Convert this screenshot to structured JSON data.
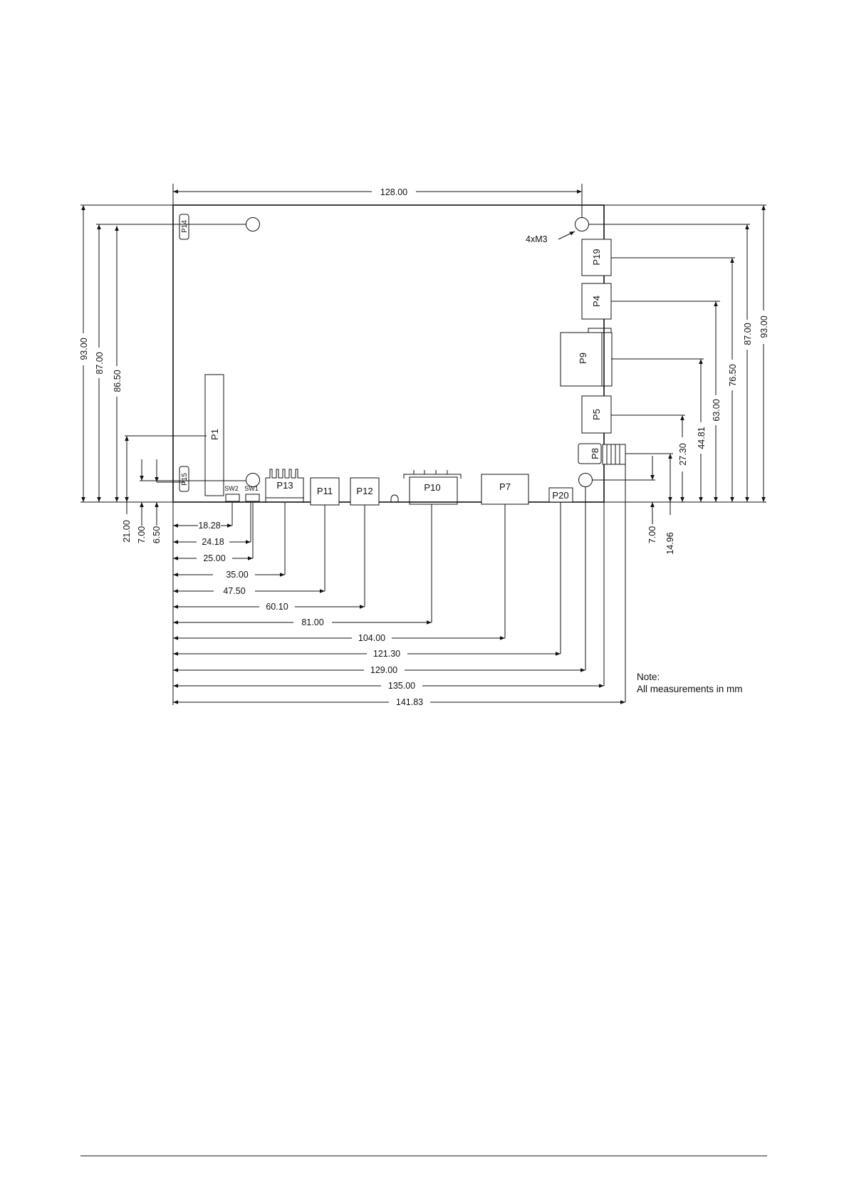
{
  "drawing": {
    "top_dimension": "128.00",
    "mount_holes_label": "4xM3",
    "connectors": {
      "p14": "P14",
      "p15": "P15",
      "p1": "P1",
      "sw2": "SW2",
      "sw1": "SW1",
      "p13": "P13",
      "p11": "P11",
      "p12": "P12",
      "p10": "P10",
      "p7": "P7",
      "p20": "P20",
      "p19": "P19",
      "p4": "P4",
      "p9": "P9",
      "p5": "P5",
      "p8": "P8"
    },
    "left_dimensions": [
      "93.00",
      "87.00",
      "86.50",
      "21.00",
      "7.00",
      "6.50"
    ],
    "right_dimensions": [
      "93.00",
      "87.00",
      "76.50",
      "63.00",
      "44.81",
      "27.30",
      "14.96",
      "7.00"
    ],
    "bottom_dimensions": [
      "18.28",
      "24.18",
      "25.00",
      "35.00",
      "47.50",
      "60.10",
      "81.00",
      "104.00",
      "121.30",
      "129.00",
      "135.00",
      "141.83"
    ]
  },
  "note": {
    "title": "Note:",
    "text": "All measurements in mm"
  }
}
